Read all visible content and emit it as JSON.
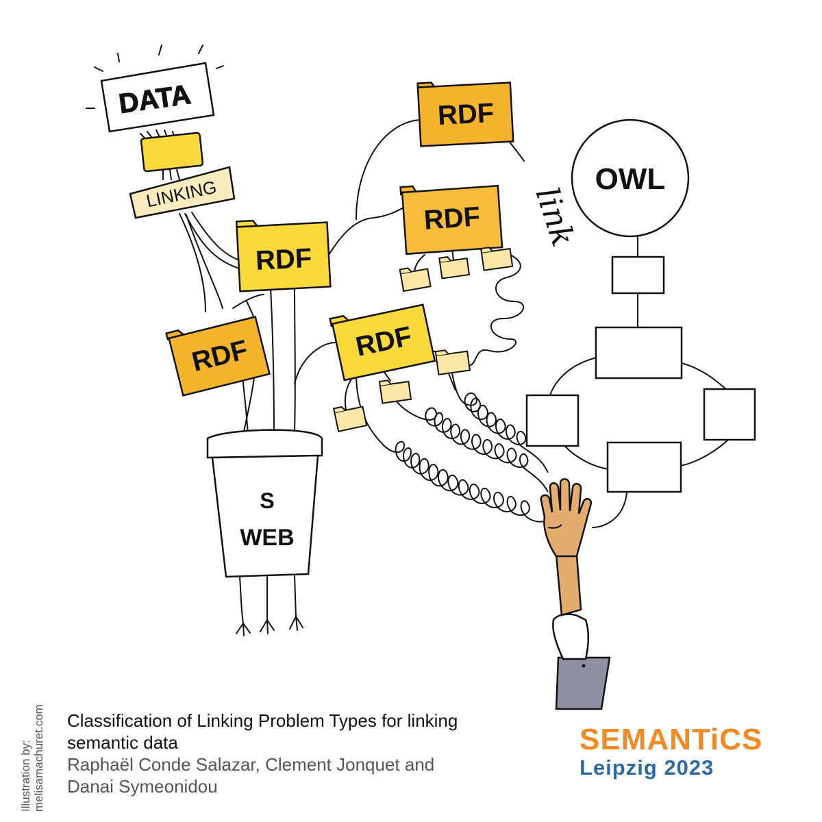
{
  "illustration": {
    "data_label": "DATA",
    "linking_label": "LINKING",
    "rdf_label": "RDF",
    "owl_label": "OWL",
    "bucket_line1": "S",
    "bucket_line2": "WEB",
    "link_word": "link"
  },
  "credit": {
    "line1": "Illustration by:",
    "line2": "melisamachuret.com"
  },
  "caption": {
    "title_line1": "Classification of Linking Problem Types for linking",
    "title_line2": "semantic data",
    "authors_line1": "Raphaël Conde Salazar, Clement Jonquet and",
    "authors_line2": "Danai Symeonidou"
  },
  "brand": {
    "name": "SEMANTiCS",
    "city": "Leipzig 2023"
  },
  "colors": {
    "folder_yellow": "#f9d94a",
    "folder_orange": "#f4b52c",
    "folder_light": "#fbe7a8",
    "brand_orange": "#f08a24",
    "brand_blue": "#2b6aa7",
    "arm": "#e2ad6d",
    "sleeve": "#8f8fa2"
  }
}
